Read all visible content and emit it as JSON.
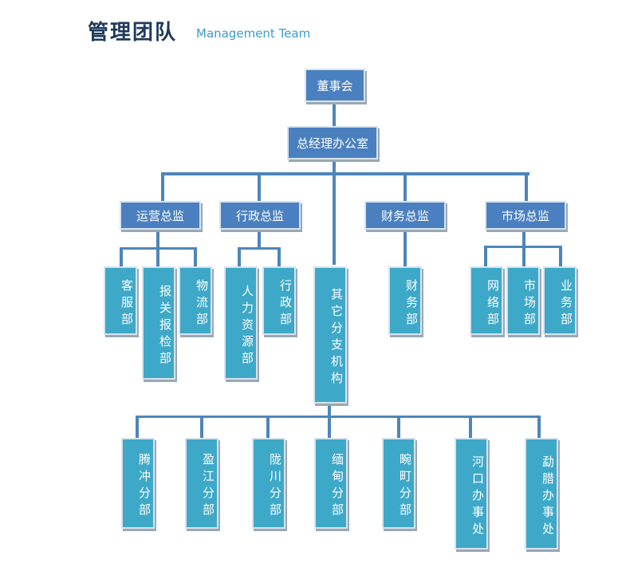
{
  "header": {
    "title_cn": "管理团队",
    "title_en": "Management Team"
  },
  "chart": {
    "board": "董事会",
    "gm_office": "总经理办公室",
    "directors": {
      "ops": "运营总监",
      "admin": "行政总监",
      "finance": "财务总监",
      "market": "市场总监"
    },
    "departments": {
      "customer": "客服部",
      "customs": "报关报检部",
      "logistics": "物流部",
      "hr": "人力资源部",
      "admin": "行政部",
      "branches": "其它分支机构",
      "finance": "财务部",
      "network": "网络部",
      "market": "市场部",
      "business": "业务部"
    },
    "branches": {
      "tengchong": "腾冲分部",
      "yingjiang": "盈江分部",
      "longchuan": "陇川分部",
      "myanmar": "缅甸分部",
      "wanding": "畹町分部",
      "hekou": "河口办事处",
      "mengla": "勐腊办事处"
    }
  }
}
